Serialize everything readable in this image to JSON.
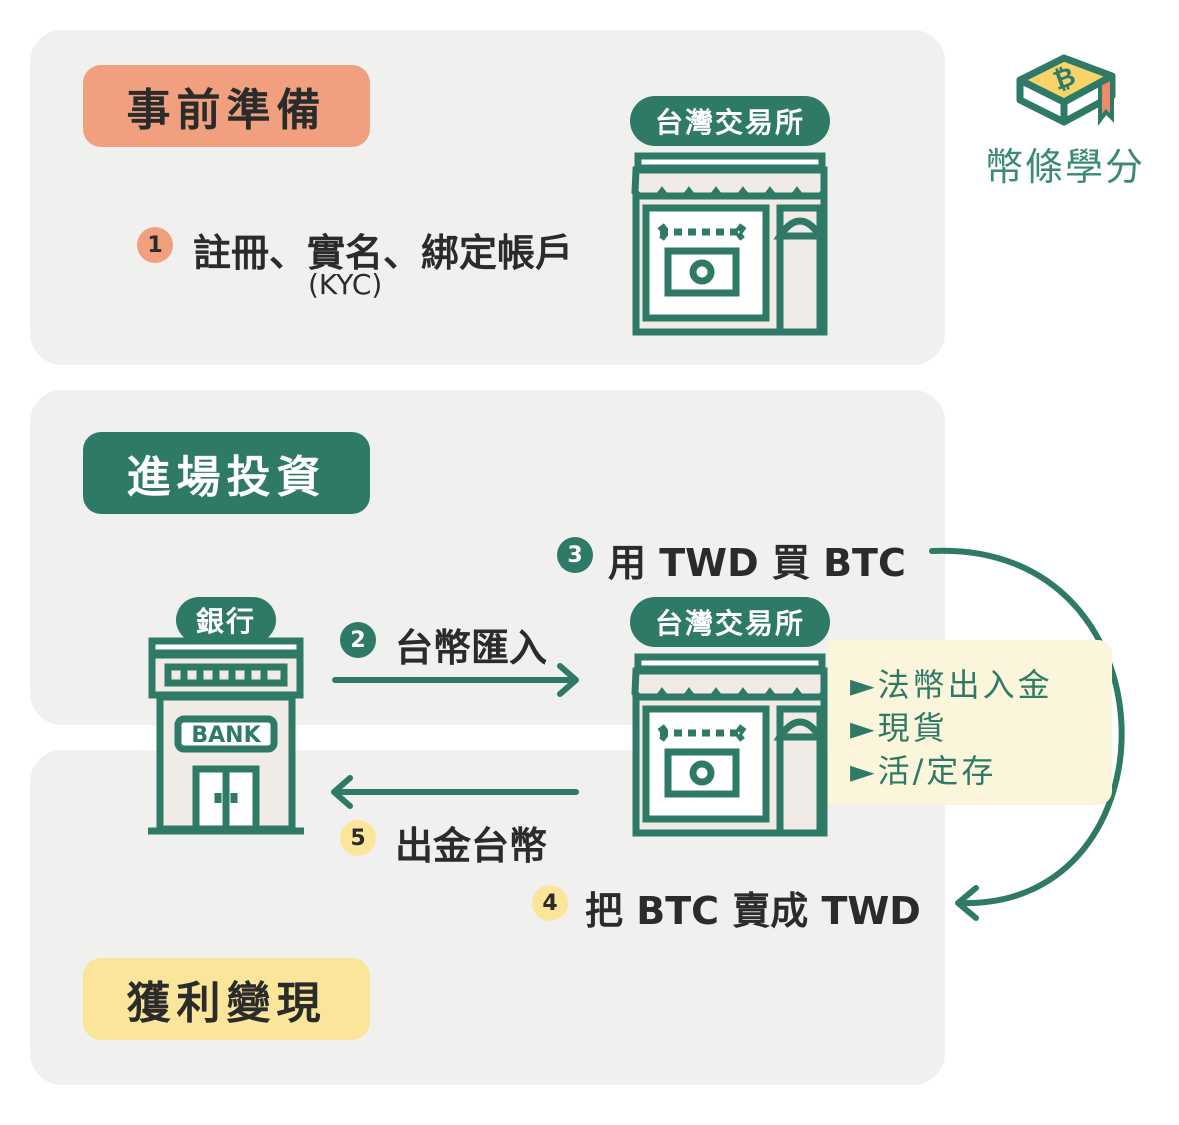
{
  "colors": {
    "green": "#2e7a66",
    "orange": "#f0a07e",
    "yellow": "#fbe59a",
    "panel": "#f0f1ef",
    "callout": "#fbf5dc"
  },
  "logo": {
    "text": "幣條學分",
    "icon": "bitcoin-book-icon"
  },
  "prep": {
    "title": "事前準備",
    "step1": {
      "num": "1",
      "text": "註冊、實名、綁定帳戶",
      "sub": "(KYC)"
    },
    "exchange": "台灣交易所"
  },
  "invest": {
    "title": "進場投資",
    "bank": "銀行",
    "bank_sign": "BANK",
    "exchange": "台灣交易所",
    "step2": {
      "num": "2",
      "text": "台幣匯入"
    },
    "step3": {
      "num": "3",
      "text": "用 TWD 買 BTC"
    },
    "services": [
      "►法幣出入金",
      "►現貨",
      "►活/定存"
    ]
  },
  "profit": {
    "title": "獲利變現",
    "step4": {
      "num": "4",
      "text": "把 BTC 賣成 TWD"
    },
    "step5": {
      "num": "5",
      "text": "出金台幣"
    }
  }
}
